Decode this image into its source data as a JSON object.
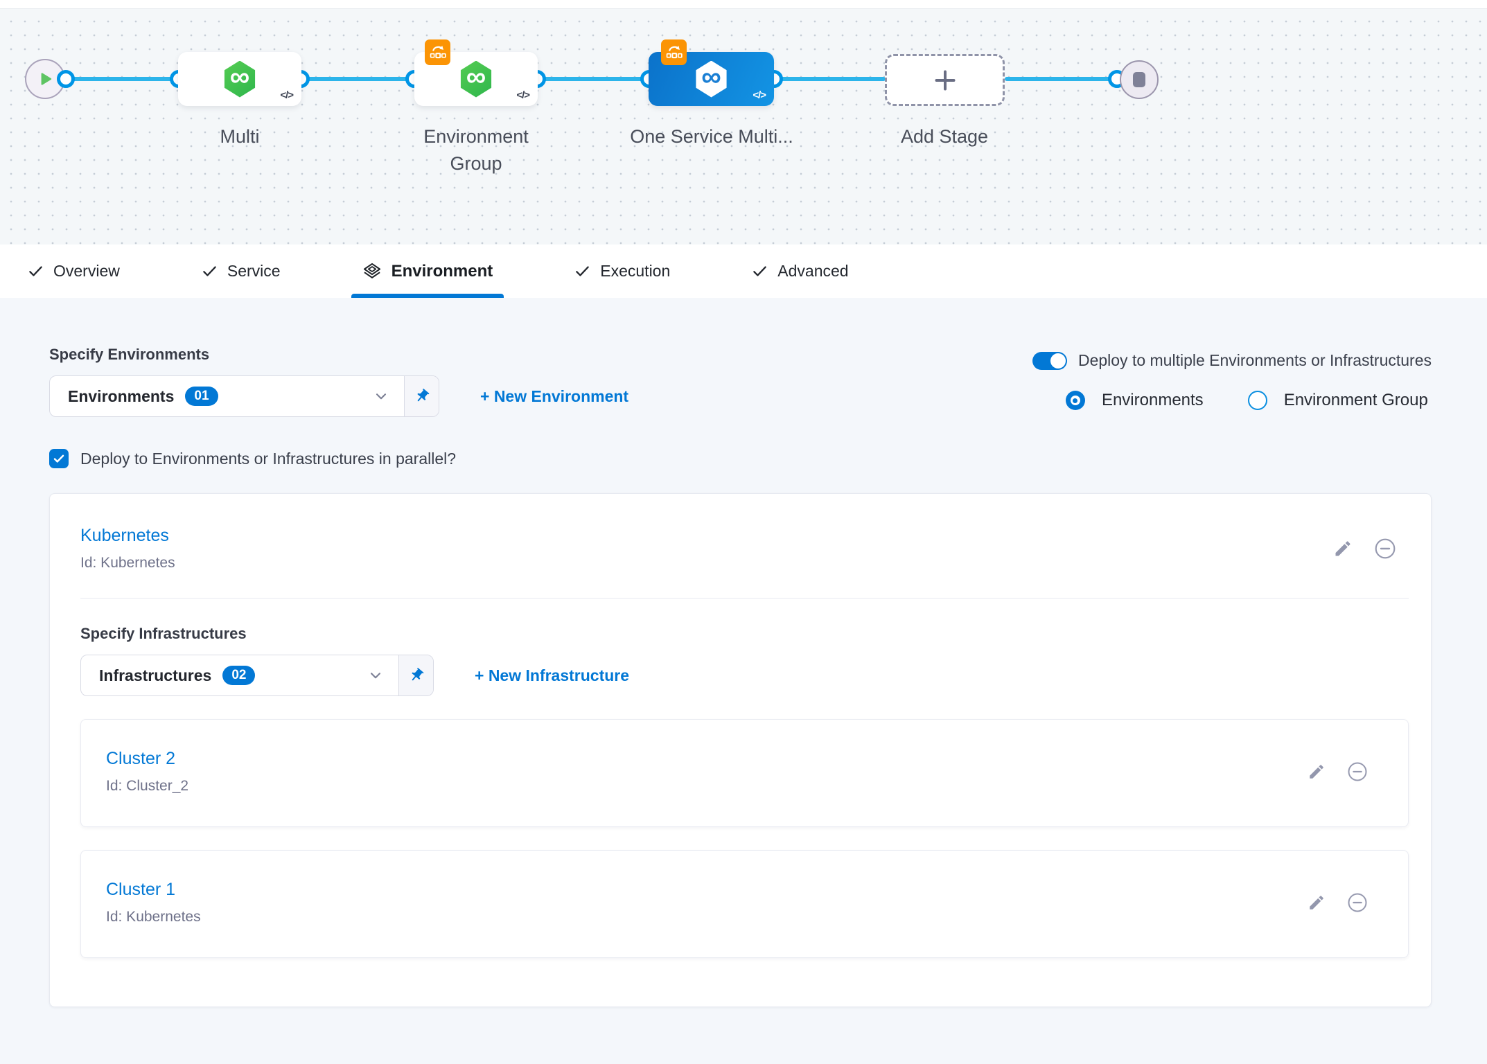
{
  "pipeline": {
    "stages": [
      {
        "name": "Multi"
      },
      {
        "name": "Environment Group"
      },
      {
        "name": "One Service Multi..."
      }
    ],
    "add_stage_label": "Add Stage",
    "code_glyph": "</>"
  },
  "tabs": {
    "overview": "Overview",
    "service": "Service",
    "environment": "Environment",
    "execution": "Execution",
    "advanced": "Advanced"
  },
  "environments": {
    "heading": "Specify Environments",
    "selector_label": "Environments",
    "selector_count": "01",
    "new_environment": "+ New Environment",
    "multi_toggle_label": "Deploy to multiple Environments or Infrastructures",
    "radio_environments": "Environments",
    "radio_environment_group": "Environment Group",
    "parallel_label": "Deploy to Environments or Infrastructures in parallel?"
  },
  "environment_card": {
    "title": "Kubernetes",
    "id": "Id: Kubernetes"
  },
  "infrastructures": {
    "heading": "Specify Infrastructures",
    "selector_label": "Infrastructures",
    "selector_count": "02",
    "new_infrastructure": "+ New Infrastructure",
    "clusters": [
      {
        "title": "Cluster 2",
        "id": "Id: Cluster_2"
      },
      {
        "title": "Cluster 1",
        "id": "Id: Kubernetes"
      }
    ]
  },
  "colors": {
    "primary": "#0278d5",
    "canvas_line": "#2cb4ea",
    "port_ring": "#0095e6",
    "service_green": "#3ec24e",
    "badge_orange": "#fb9405",
    "icon_gray": "#9397ad"
  }
}
